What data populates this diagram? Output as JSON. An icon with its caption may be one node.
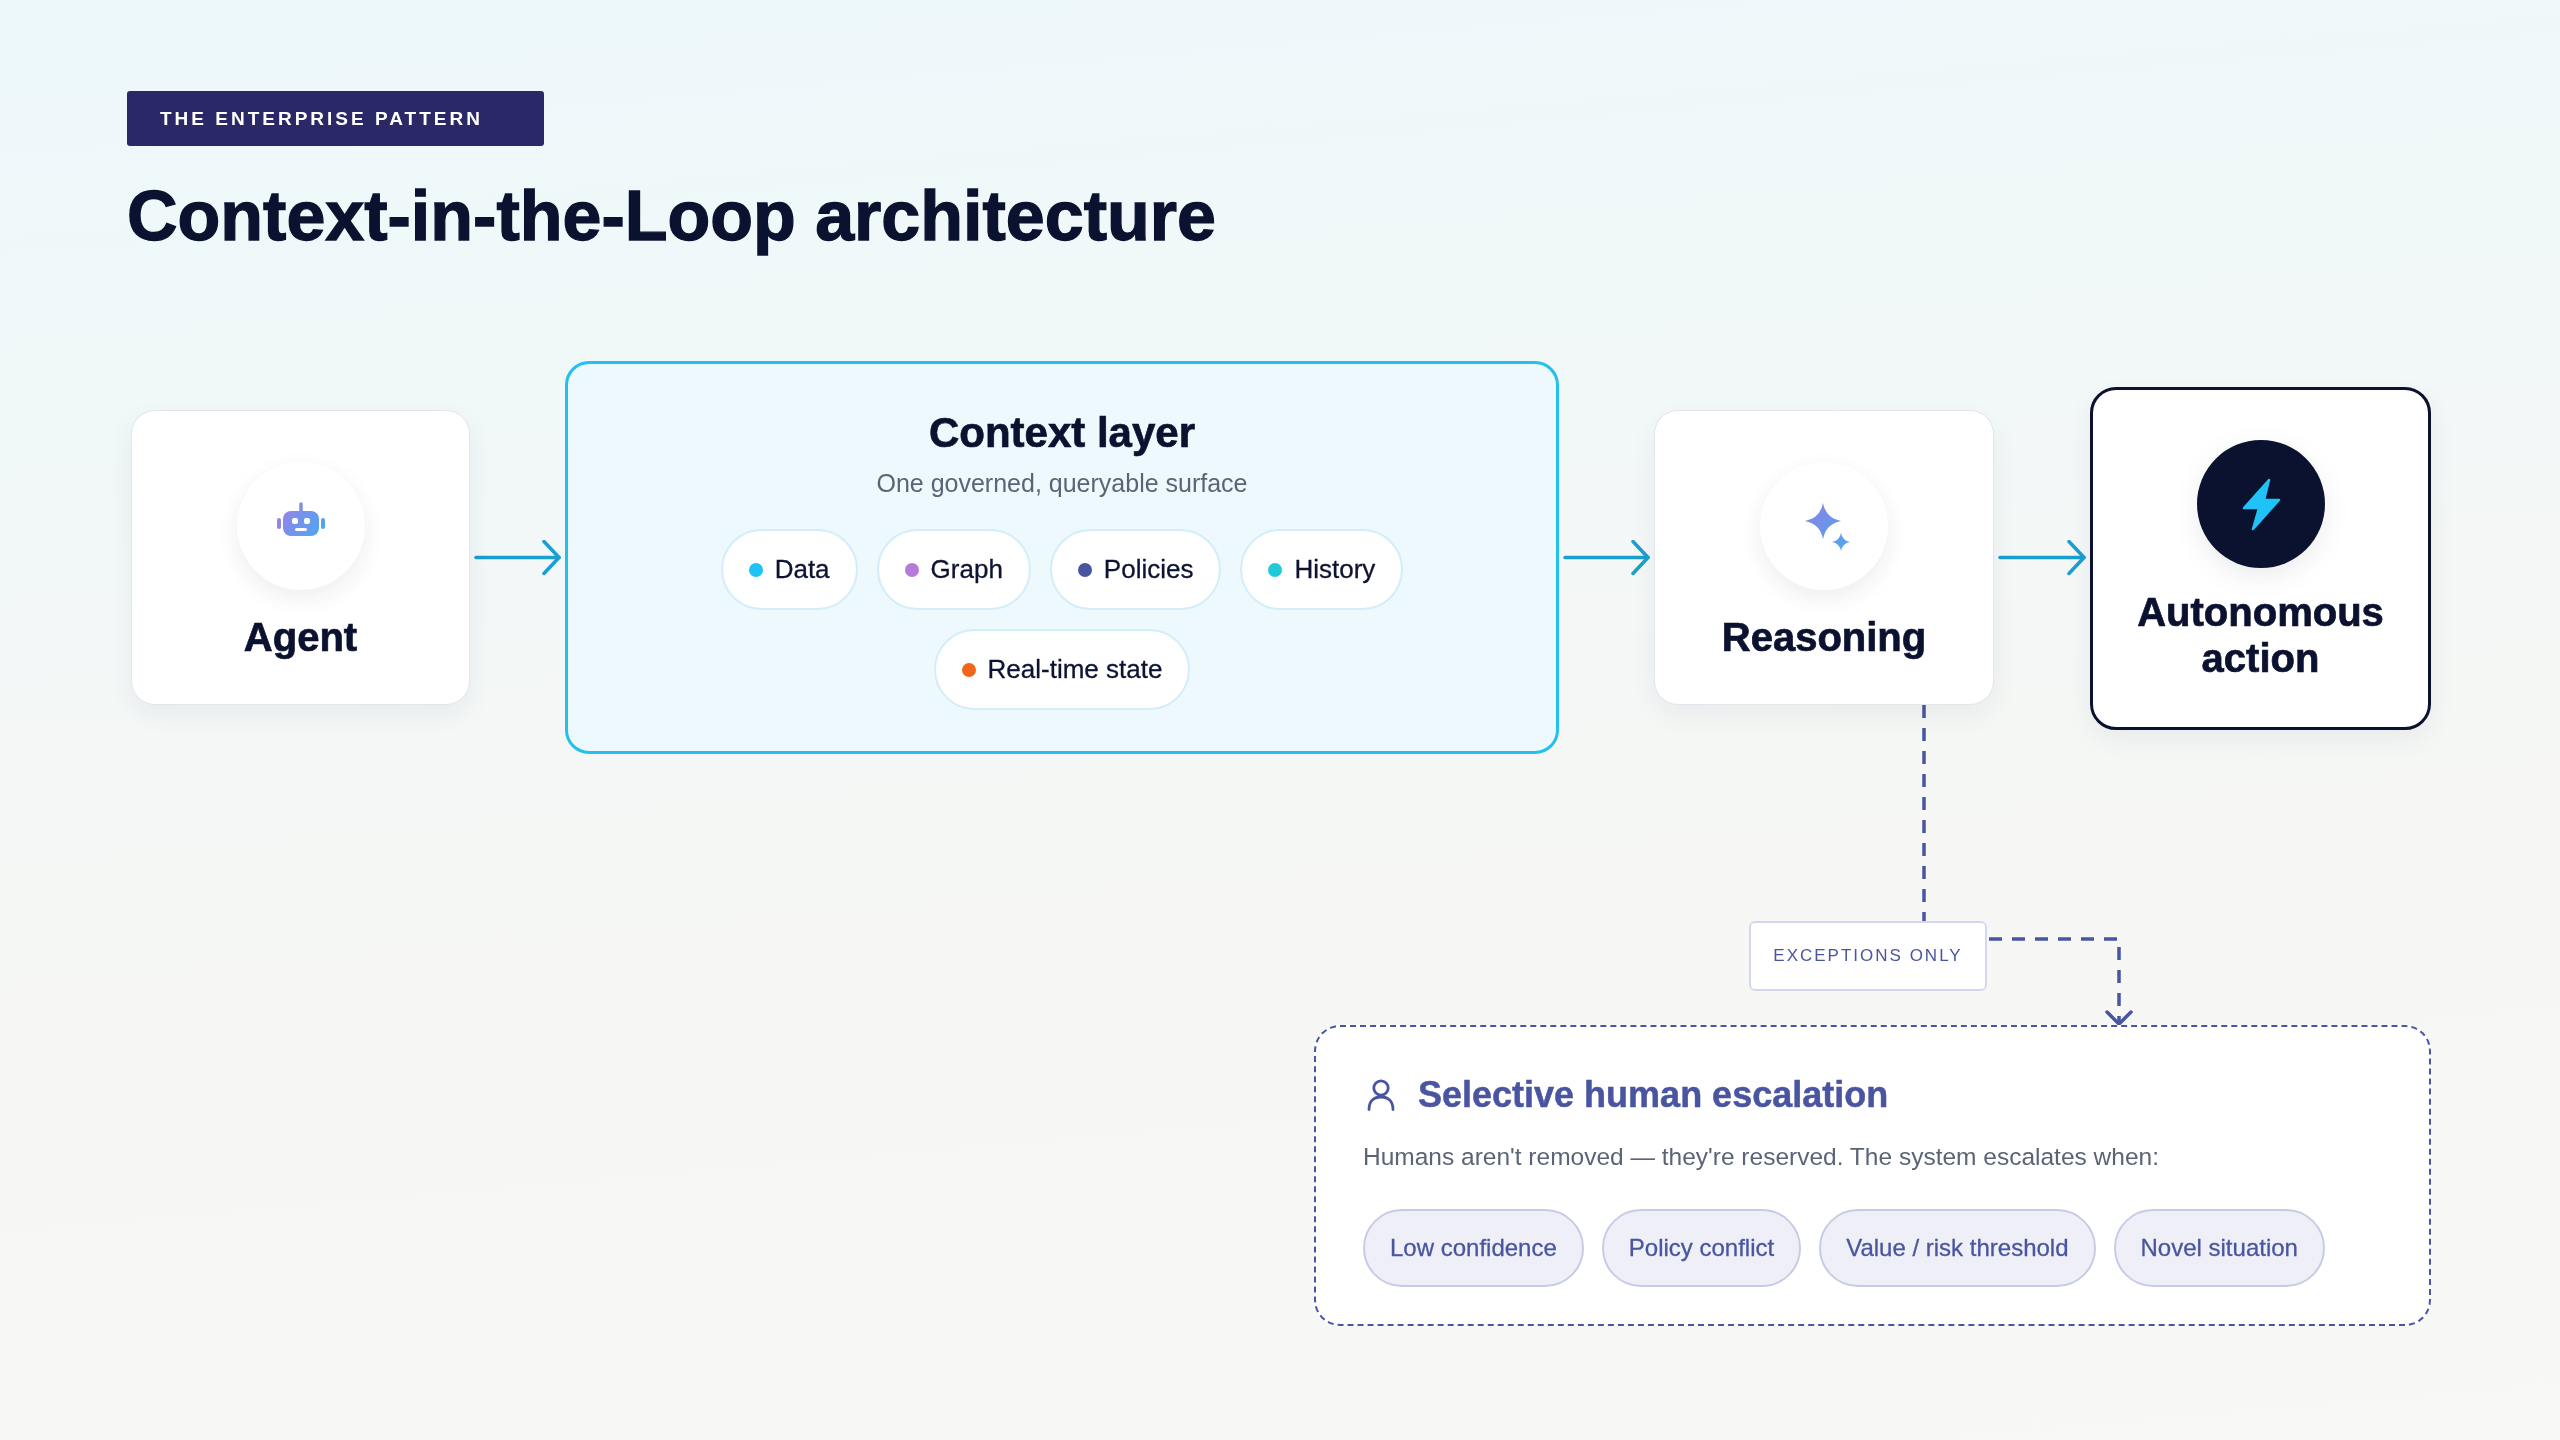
{
  "diagram": {
    "title": "Context-in-the-Loop architecture",
    "nodes": [
      {
        "text": [
          "Agent"
        ]
      },
      {
        "text": [
          "Context layer",
          "One governed, queryable surface"
        ]
      },
      {
        "text": [
          "Data"
        ],
        "in": 1
      },
      {
        "text": [
          "Graph"
        ],
        "in": 1
      },
      {
        "text": [
          "Policies"
        ],
        "in": 1
      },
      {
        "text": [
          "History"
        ],
        "in": 1
      },
      {
        "text": [
          "Real-time state"
        ],
        "in": 1
      },
      {
        "text": [
          "Reasoning"
        ]
      },
      {
        "text": [
          "Autonomous action"
        ]
      },
      {
        "text": [
          "Selective human escalation",
          "Humans aren't removed — they're reserved. The system escalates when:"
        ]
      },
      {
        "text": [
          "Low confidence"
        ],
        "in": 9
      },
      {
        "text": [
          "Policy conflict"
        ],
        "in": 9
      },
      {
        "text": [
          "Value / risk threshold"
        ],
        "in": 9
      },
      {
        "text": [
          "Novel situation"
        ],
        "in": 9
      }
    ],
    "edges": [
      {
        "from": 0,
        "to": 1,
        "arrow": "to"
      },
      {
        "from": 1,
        "to": 7,
        "arrow": "to"
      },
      {
        "from": 7,
        "to": 8,
        "arrow": "to"
      },
      {
        "from": 7,
        "to": 9,
        "arrow": "to",
        "label": "EXCEPTIONS ONLY",
        "style": "dashed",
        "color": "#4a55a2"
      }
    ],
    "labels": [
      "THE ENTERPRISE PATTERN"
    ]
  }
}
